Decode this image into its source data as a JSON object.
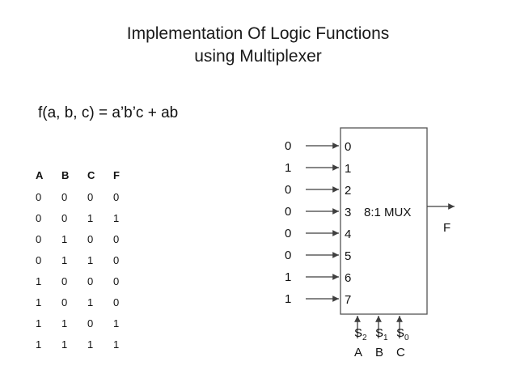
{
  "title": {
    "line1": "Implementation Of Logic Functions",
    "line2": "using Multiplexer"
  },
  "function_expression": "f(a, b, c) = a’b’c + ab",
  "truth_table": {
    "headers": [
      "A",
      "B",
      "C",
      "F"
    ],
    "rows": [
      [
        "0",
        "0",
        "0",
        "0"
      ],
      [
        "0",
        "0",
        "1",
        "1"
      ],
      [
        "0",
        "1",
        "0",
        "0"
      ],
      [
        "0",
        "1",
        "1",
        "0"
      ],
      [
        "1",
        "0",
        "0",
        "0"
      ],
      [
        "1",
        "0",
        "1",
        "0"
      ],
      [
        "1",
        "1",
        "0",
        "1"
      ],
      [
        "1",
        "1",
        "1",
        "1"
      ]
    ]
  },
  "mux": {
    "label": "8:1 MUX",
    "output_label": "F",
    "input_values": [
      "0",
      "1",
      "0",
      "0",
      "0",
      "0",
      "1",
      "1"
    ],
    "input_port_labels": [
      "0",
      "1",
      "2",
      "3",
      "4",
      "5",
      "6",
      "7"
    ],
    "select_labels": [
      "S",
      "S",
      "S"
    ],
    "select_subscripts": [
      "2",
      "1",
      "0"
    ],
    "select_sources": [
      "A",
      "B",
      "C"
    ]
  },
  "colors": {
    "background": "#ffffff",
    "text": "#111111",
    "wire": "#3f3f3f",
    "box": "#555555"
  }
}
